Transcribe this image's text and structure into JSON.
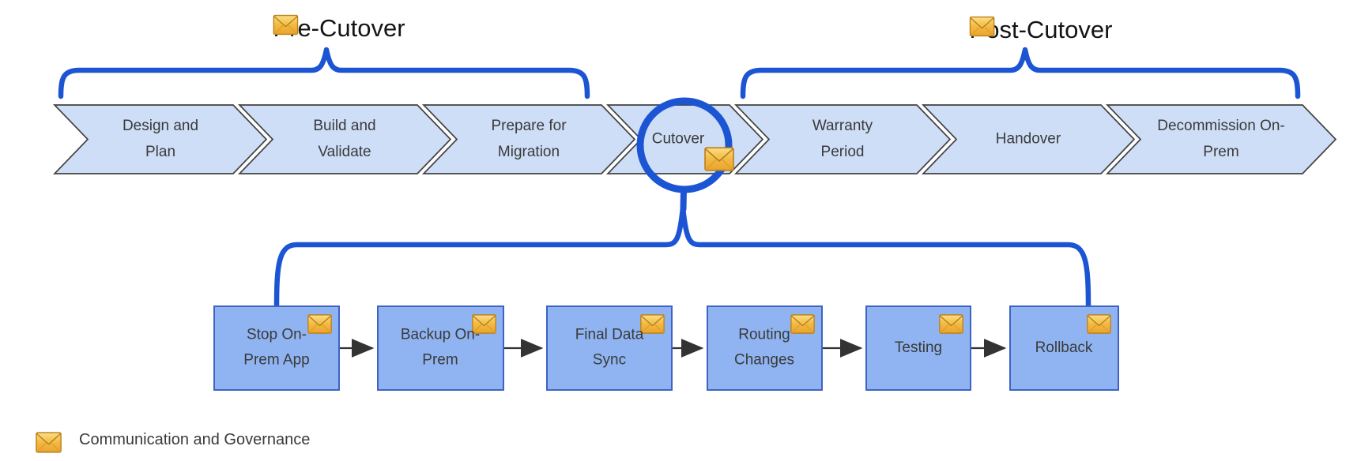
{
  "titles": {
    "pre_cutover": "Pre-Cutover",
    "post_cutover": "Post-Cutover"
  },
  "phases": [
    {
      "label": "Design and Plan"
    },
    {
      "label": "Build and Validate"
    },
    {
      "label": "Prepare for Migration"
    },
    {
      "label": "Cutover"
    },
    {
      "label": "Warranty Period"
    },
    {
      "label": "Handover"
    },
    {
      "label": "Decommission On-Prem"
    }
  ],
  "cutover_steps": [
    {
      "label": "Stop On-Prem App"
    },
    {
      "label": "Backup On-Prem"
    },
    {
      "label": "Final Data Sync"
    },
    {
      "label": "Routing Changes"
    },
    {
      "label": "Testing"
    },
    {
      "label": "Rollback"
    }
  ],
  "legend": {
    "icon": "envelope-icon",
    "label": "Communication and Governance"
  },
  "colors": {
    "accent_blue": "#1c55d4",
    "phase_fill": "#cedef7",
    "phase_border": "#424242",
    "step_fill": "#8fb4f1",
    "step_border": "#3e63c4",
    "envelope_gold": "#efb02f",
    "arrow": "#333333"
  }
}
